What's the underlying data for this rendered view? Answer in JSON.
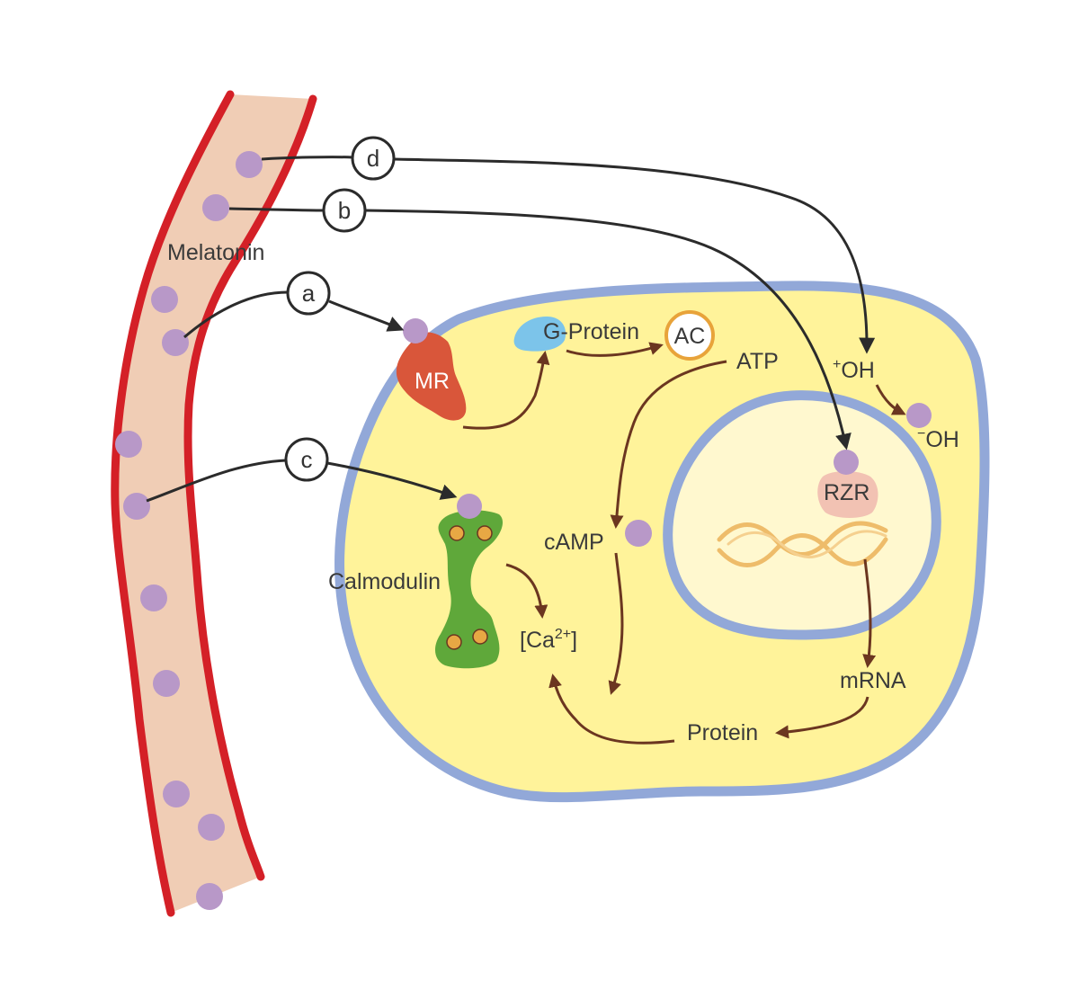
{
  "labels": {
    "melatonin": "Melatonin",
    "mr": "MR",
    "g_protein": "G-Protein",
    "ac": "AC",
    "atp": "ATP",
    "camp": "cAMP",
    "calmodulin": "Calmodulin",
    "ca_open": "[Ca",
    "ca_sup": "2+",
    "ca_close": "]",
    "oh_plus_sup": "+",
    "oh_plus": "OH",
    "oh_minus_sup": "−",
    "oh_minus": "OH",
    "rzr": "RZR",
    "mrna": "mRNA",
    "protein": "Protein"
  },
  "pathways": {
    "a": "a",
    "b": "b",
    "c": "c",
    "d": "d"
  },
  "colors": {
    "vessel_fill": "#f0cdb5",
    "vessel_wall": "#d42027",
    "melatonin_dot": "#b898c8",
    "cell_fill": "#fff39a",
    "membrane": "#92a8d8",
    "nucleus_fill": "#fff8cf",
    "black_arrow": "#2b2b2b",
    "brown_arrow": "#6b3620",
    "mr_receptor": "#d9563a",
    "g_protein": "#7cc4ea",
    "ac_border": "#e8a33a",
    "calmodulin": "#5fa83a",
    "calcium": "#e8a844",
    "rzr_fill": "#f2c2b3",
    "dna": "#eebc6a"
  }
}
